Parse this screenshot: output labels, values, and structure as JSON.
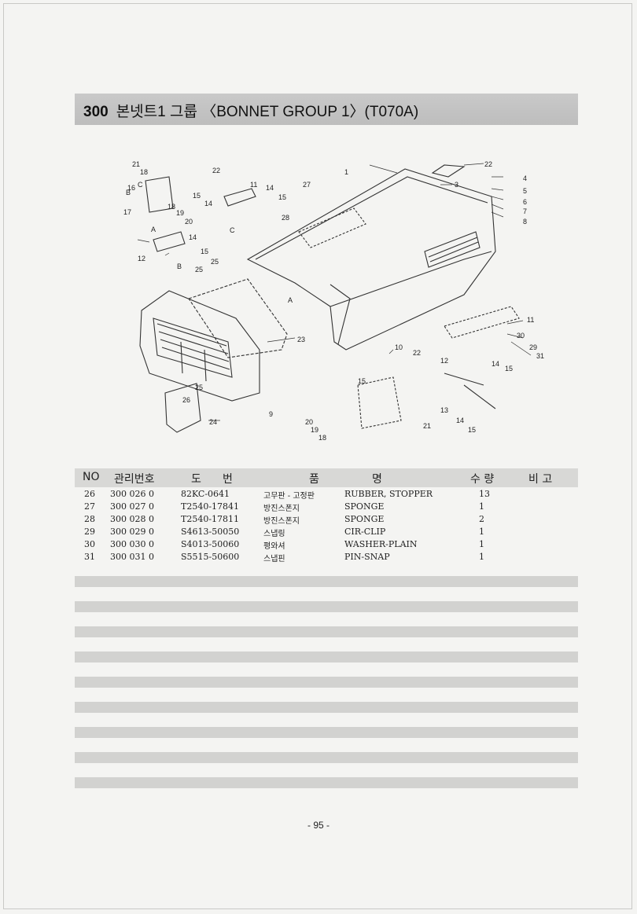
{
  "header": {
    "group_no": "300",
    "title": "본넷트1 그룹 〈BONNET GROUP 1〉(T070A)"
  },
  "diagram": {
    "callouts": [
      "21",
      "18",
      "22",
      "22",
      "3",
      "4",
      "5",
      "6",
      "7",
      "8",
      "1",
      "27",
      "11",
      "14",
      "15",
      "28",
      "16",
      "17",
      "18",
      "19",
      "20",
      "15",
      "14",
      "C",
      "A",
      "14",
      "15",
      "12",
      "B",
      "C",
      "B",
      "25",
      "25",
      "A",
      "23",
      "11",
      "30",
      "29",
      "31",
      "14",
      "15",
      "10",
      "22",
      "12",
      "13",
      "14",
      "15",
      "15",
      "25",
      "26",
      "24",
      "9",
      "20",
      "19",
      "18",
      "21"
    ]
  },
  "table": {
    "headers": {
      "no": "NO",
      "mgmt": "관리번호",
      "part1": "도",
      "part2": "번",
      "name1": "품",
      "name2": "명",
      "qty": "수 량",
      "note": "비 고"
    },
    "rows": [
      {
        "no": "26",
        "code": "300  026  0",
        "part": "82KC-0641",
        "name_kr": "고무판 - 고정판",
        "name_en": "RUBBER, STOPPER",
        "qty": "13"
      },
      {
        "no": "27",
        "code": "300  027  0",
        "part": "T2540-17841",
        "name_kr": "방진스폰지",
        "name_en": "SPONGE",
        "qty": "1"
      },
      {
        "no": "28",
        "code": "300  028  0",
        "part": "T2540-17811",
        "name_kr": "방진스폰지",
        "name_en": "SPONGE",
        "qty": "2"
      },
      {
        "no": "29",
        "code": "300  029  0",
        "part": "S4613-50050",
        "name_kr": "스냅링",
        "name_en": "CIR-CLIP",
        "qty": "1"
      },
      {
        "no": "30",
        "code": "300  030  0",
        "part": "S4013-50060",
        "name_kr": "평와셔",
        "name_en": "WASHER-PLAIN",
        "qty": "1"
      },
      {
        "no": "31",
        "code": "300  031  0",
        "part": "S5515-50600",
        "name_kr": "스냅핀",
        "name_en": "PIN-SNAP",
        "qty": "1"
      }
    ]
  },
  "footer": {
    "page": "- 95 -"
  }
}
